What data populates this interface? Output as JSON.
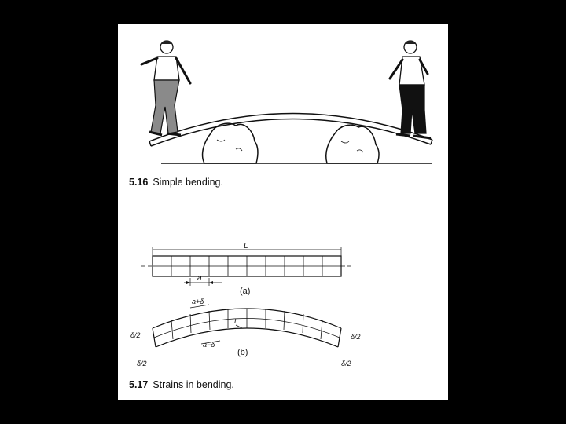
{
  "figures": {
    "fig516": {
      "number": "5.16",
      "caption": "Simple bending."
    },
    "fig517": {
      "number": "5.17",
      "caption": "Strains in bending."
    }
  },
  "labels": {
    "length": "L",
    "a": "a",
    "sub_a": "(a)",
    "sub_b": "(b)",
    "a_plus": "a+δ",
    "a_minus": "a−δ",
    "angle": "L",
    "d2_left_top": "δ/2",
    "d2_left_bottom": "δ/2",
    "d2_right_top": "δ/2",
    "d2_right_bottom": "δ/2"
  },
  "colors": {
    "background": "#000000",
    "paper": "#ffffff",
    "ink": "#111111"
  }
}
